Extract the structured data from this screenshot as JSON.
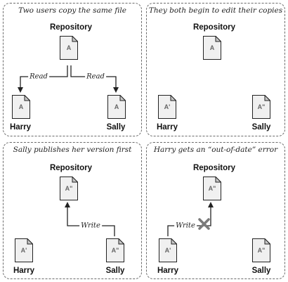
{
  "panels": [
    {
      "title": "Two users copy the same file",
      "repository_label": "Repository",
      "repo_file": "A",
      "harry_label": "Harry",
      "harry_file": "A",
      "sally_label": "Sally",
      "sally_file": "A",
      "arrow_labels": [
        "Read",
        "Read"
      ]
    },
    {
      "title": "They both begin to edit their copies",
      "repository_label": "Repository",
      "repo_file": "A",
      "harry_label": "Harry",
      "harry_file": "A'",
      "sally_label": "Sally",
      "sally_file": "A\""
    },
    {
      "title": "Sally publishes her version first",
      "repository_label": "Repository",
      "repo_file": "A\"",
      "harry_label": "Harry",
      "harry_file": "A'",
      "sally_label": "Sally",
      "sally_file": "A\"",
      "arrow_labels": [
        "Write"
      ]
    },
    {
      "title": "Harry gets an “out-of-date” error",
      "repository_label": "Repository",
      "repo_file": "A\"",
      "harry_label": "Harry",
      "harry_file": "A'",
      "sally_label": "Sally",
      "sally_file": "A\"",
      "arrow_labels": [
        "Write"
      ],
      "error_mark": "x-mark-icon"
    }
  ],
  "colors": {
    "panel_border": "#6b6b6b",
    "doc_fill": "#f0f0f0",
    "doc_fold": "#c8c8c8",
    "line": "#222222",
    "error_mark": "#7a7a7a"
  }
}
